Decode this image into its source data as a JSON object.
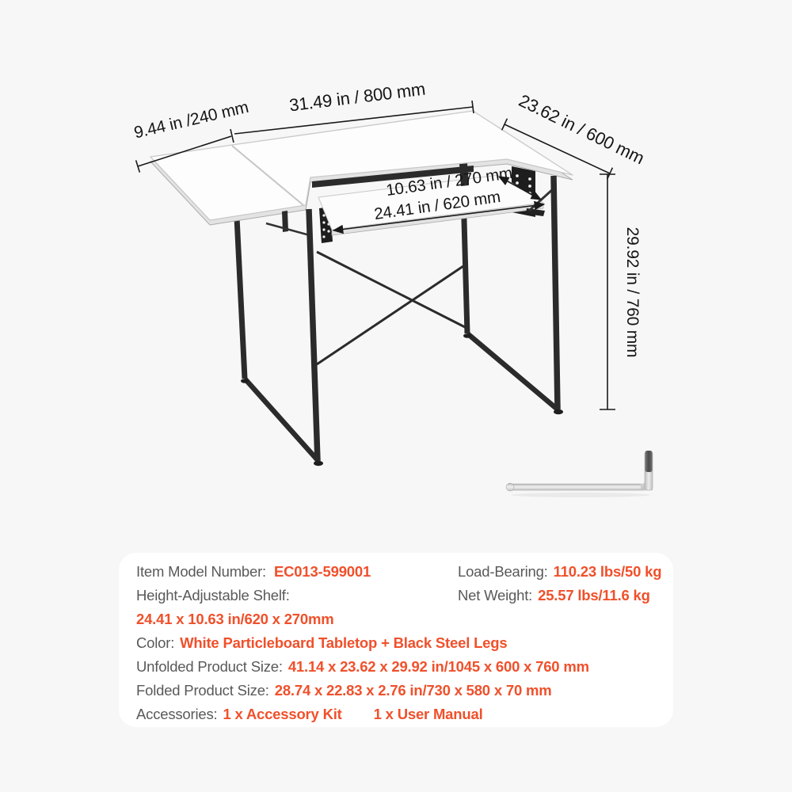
{
  "colors": {
    "background": "#f7f7f7",
    "panel": "#ffffff",
    "accent_orange": "#f0502b",
    "label_gray": "#595959",
    "line_black": "#1a1a1a",
    "tabletop_white": "#fdfdfd",
    "steel_black": "#2b2b2b"
  },
  "diagram": {
    "dim_leaf_width": "9.44 in /240 mm",
    "dim_top_width": "31.49 in / 800 mm",
    "dim_depth": "23.62 in / 600 mm",
    "dim_shelf_depth": "10.63 in / 270 mm",
    "dim_shelf_width": "24.41 in / 620 mm",
    "dim_height": "29.92 in / 760 mm",
    "graphics": [
      "sewing-desk-line-drawing",
      "allen-wrench"
    ]
  },
  "specs": {
    "item_model_label": "Item Model Number:",
    "item_model_value": "EC013-599001",
    "load_label": "Load-Bearing:",
    "load_value": "110.23 lbs/50 kg",
    "shelf_label": "Height-Adjustable Shelf:",
    "net_label": "Net Weight:",
    "net_value": "25.57 lbs/11.6 kg",
    "shelf_value": "24.41 x 10.63 in/620 x 270mm",
    "color_label": "Color:",
    "color_value": "White Particleboard Tabletop + Black Steel Legs",
    "unfolded_label": "Unfolded Product Size:",
    "unfolded_value": "41.14 x 23.62 x 29.92 in/1045 x 600 x 760 mm",
    "folded_label": "Folded Product Size:",
    "folded_value": "28.74 x 22.83 x 2.76 in/730 x 580 x 70 mm",
    "accessories_label": "Accessories:",
    "accessories_value1": "1 x Accessory Kit",
    "accessories_value2": "1 x User Manual"
  }
}
